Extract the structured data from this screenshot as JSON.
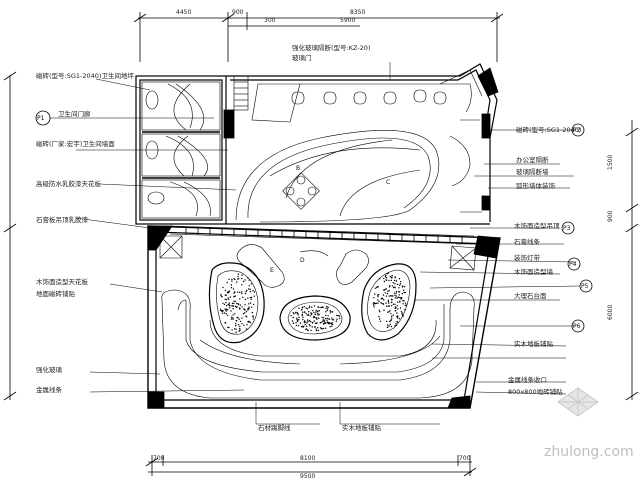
{
  "drawing": {
    "dims_top": [
      "4450",
      "900",
      "8350"
    ],
    "dims_top_sub": [
      "300",
      "5900"
    ],
    "dims_bottom": [
      "700",
      "8100",
      "700"
    ],
    "dims_bottom_total": "9500",
    "dims_right": [
      "1500",
      "900",
      "6000"
    ],
    "labels_left": [
      "磁砖(型号:SG1-2040)卫生间地坪",
      "卫生间门廊",
      "磁砖(厂家:宏宇)卫生间墙面",
      "高级防水乳胶漆天花板",
      "石膏板吊顶乳胶漆",
      "木饰面造型天花板",
      "地面磁砖铺贴",
      "强化玻璃",
      "金属线条"
    ],
    "labels_top": [
      "强化玻璃隔断(型号:KZ-20)",
      "玻璃门"
    ],
    "labels_right": [
      "磁砖(型号:SG1-2040)",
      "办公室隔断",
      "玻璃隔断墙",
      "弧形墙体装饰",
      "木饰面造型吊顶",
      "石膏线条",
      "装饰灯带",
      "木饰面造型墙",
      "大理石台面",
      "实木地板铺贴",
      "金属线条收口",
      "800x800地砖铺贴"
    ],
    "labels_bottom": [
      "石材踢脚线",
      "实木地板铺贴"
    ],
    "tags": [
      "P1",
      "P2",
      "P3",
      "P4",
      "P5",
      "P6"
    ],
    "room_marks": [
      "B",
      "C",
      "E",
      "D"
    ],
    "watermark": "zhulong.com"
  }
}
